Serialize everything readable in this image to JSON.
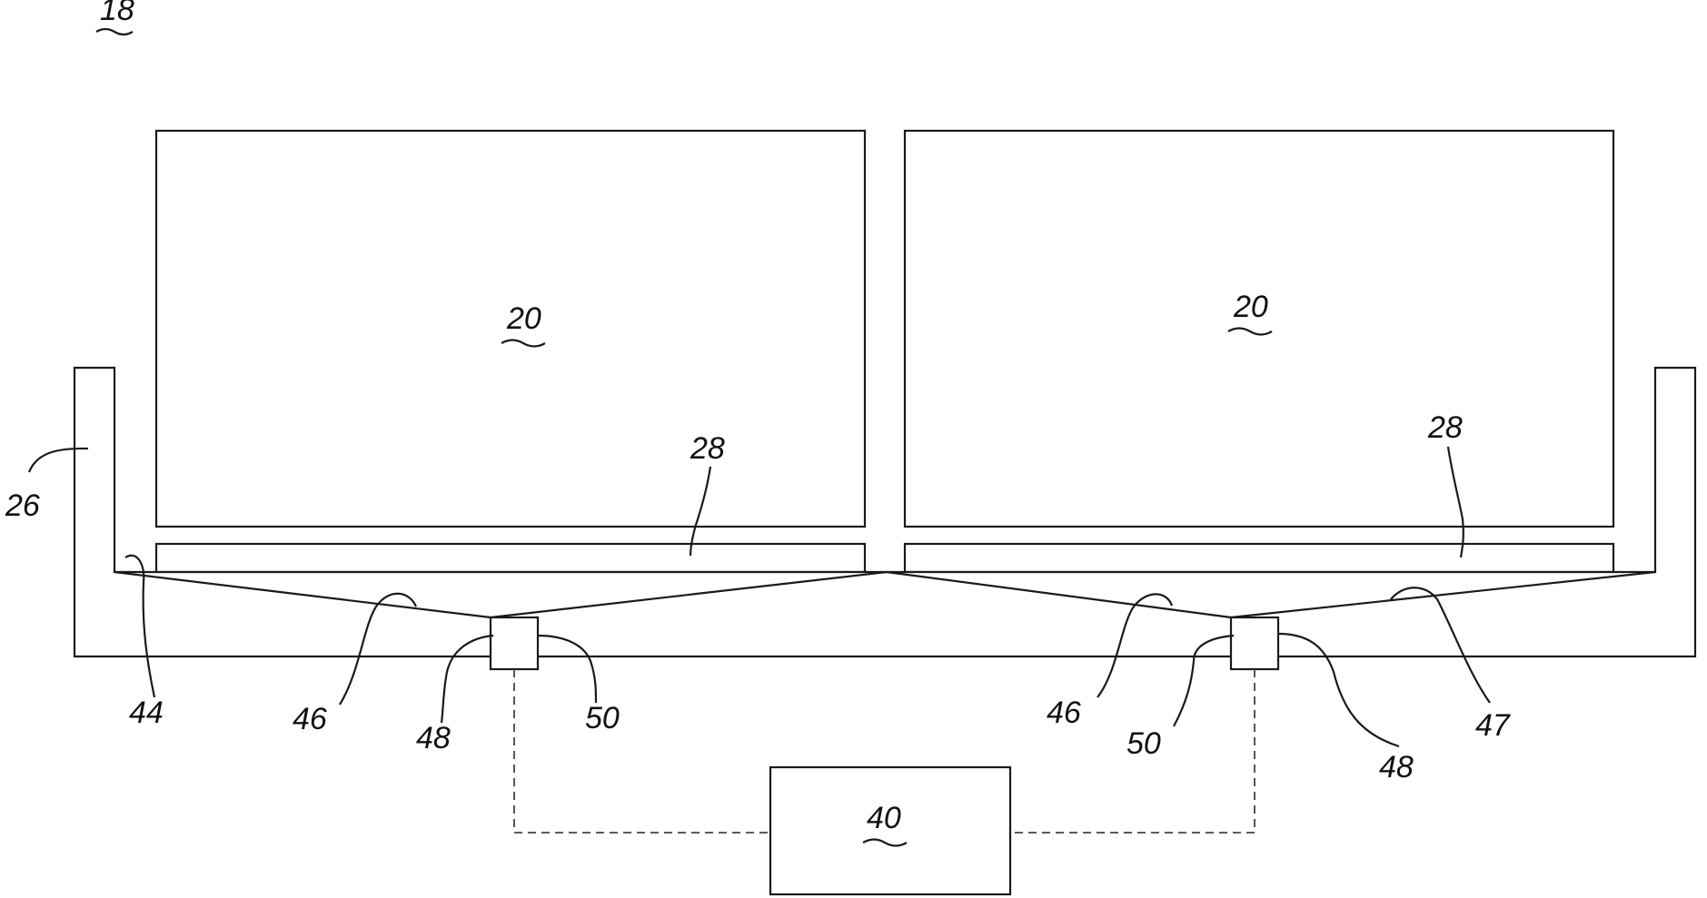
{
  "figure": {
    "ref_overall": "18",
    "ref_module": "20",
    "ref_plate": "28",
    "ref_tray": "26",
    "ref_controller": "40",
    "ref_corner": "44",
    "ref_slope_surface": "46",
    "ref_slope_surface_alt": "47",
    "ref_sensor": "48",
    "ref_sensor_face": "50"
  }
}
